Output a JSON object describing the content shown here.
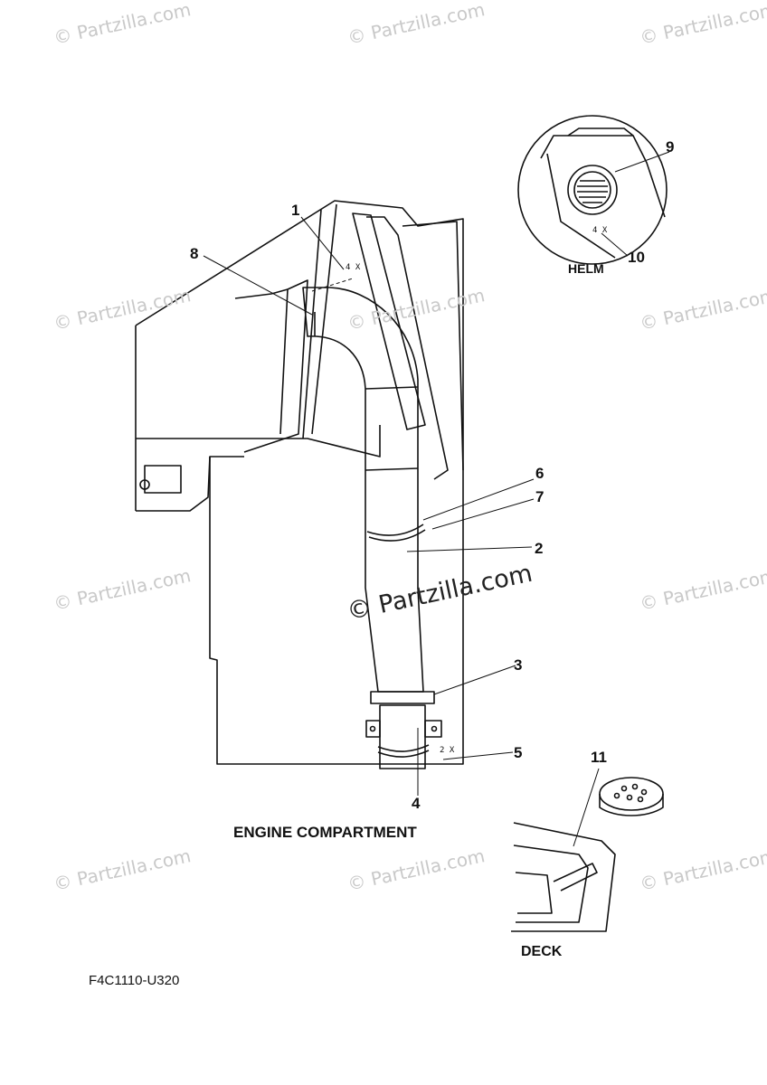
{
  "watermark": {
    "text": "© Partzilla.com",
    "center_text": "© Partzilla.com"
  },
  "callouts": {
    "c1": "1",
    "c2": "2",
    "c3": "3",
    "c4": "4",
    "c5": "5",
    "c6": "6",
    "c7": "7",
    "c8": "8",
    "c9": "9",
    "c10": "10",
    "c11": "11"
  },
  "multipliers": {
    "m1": "4 X",
    "m5": "2 X",
    "m10": "4 X"
  },
  "labels": {
    "engine_compartment": "ENGINE COMPARTMENT",
    "helm": "HELM",
    "deck": "DECK"
  },
  "diagram_code": "F4C1110-U320"
}
